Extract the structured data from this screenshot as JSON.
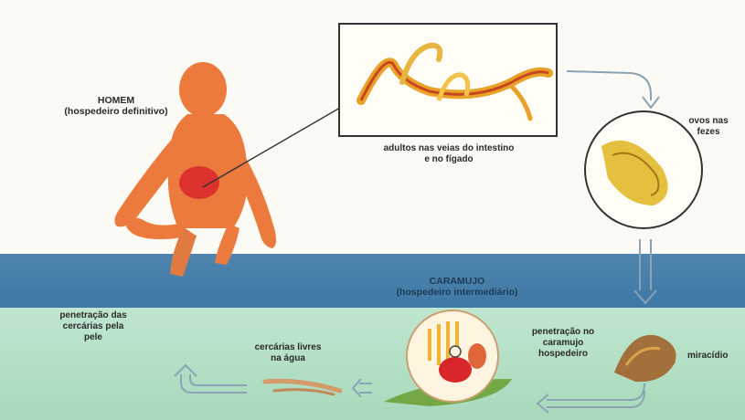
{
  "labels": {
    "homem": "HOMEM",
    "hospedeiro_definitivo": "(hospedeiro definitivo)",
    "adultos_line1": "adultos nas veias do intestino",
    "adultos_line2": "e no fígado",
    "ovos_line1": "ovos nas",
    "ovos_line2": "fezes",
    "caramujo": "CARAMUJO",
    "hospedeiro_intermediario": "(hospedeiro intermediário)",
    "penetracao_pele_1": "penetração das",
    "penetracao_pele_2": "cercárias pela",
    "penetracao_pele_3": "pele",
    "cercarias_1": "cercárias livres",
    "cercarias_2": "na água",
    "penetracao_caramujo_1": "penetração no",
    "penetracao_caramujo_2": "caramujo",
    "penetracao_caramujo_3": "hospedeiro",
    "miracidio": "miracídio"
  },
  "colors": {
    "water": "#4a82aa",
    "pond": "#b3dfc4",
    "human": "#ec7a3c",
    "infection": "#d8262a",
    "worm": "#e8a22a"
  }
}
